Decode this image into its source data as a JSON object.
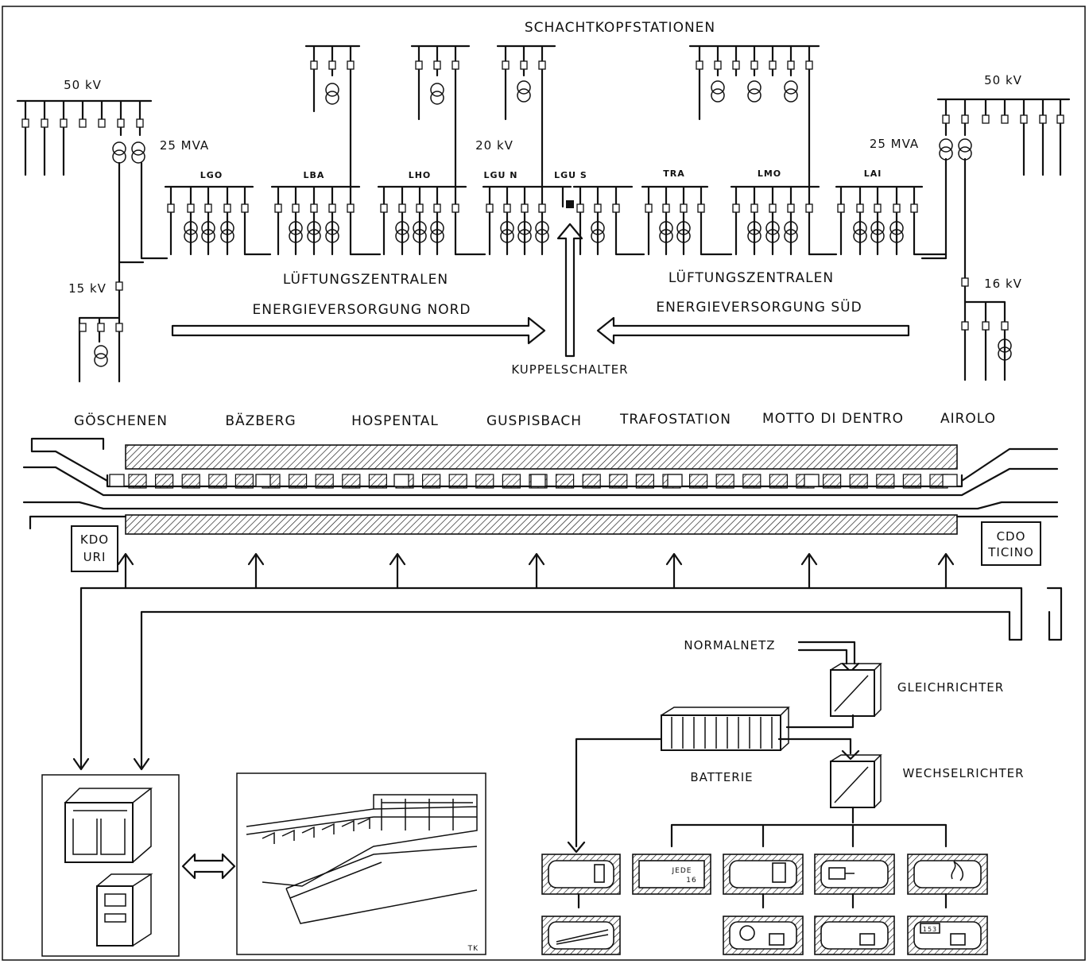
{
  "diagram": {
    "top_label": "SCHACHTKOPFSTATIONEN",
    "voltage_north_50": "50 kV",
    "voltage_south_50": "50 kV",
    "mva_north": "25 MVA",
    "mva_south": "25 MVA",
    "voltage_15": "15 kV",
    "voltage_16": "16 kV",
    "voltage_20": "20 kV",
    "stations": [
      "LGO",
      "LBA",
      "LHO",
      "LGU N",
      "LGU S",
      "TRA",
      "LMO",
      "LAI"
    ],
    "lueftung_north": "LÜFTUNGSZENTRALEN",
    "lueftung_south": "LÜFTUNGSZENTRALEN",
    "energy_north": "ENERGIEVERSORGUNG NORD",
    "energy_south": "ENERGIEVERSORGUNG SÜD",
    "coupler": "KUPPELSCHALTER",
    "tunnel_locations": [
      "GÖSCHENEN",
      "BÄZBERG",
      "HOSPENTAL",
      "GUSPISBACH",
      "TRAFOSTATION",
      "MOTTO DI DENTRO",
      "AIROLO"
    ],
    "kdo_uri": [
      "KDO",
      "URI"
    ],
    "cdo_ticino": [
      "CDO",
      "TICINO"
    ],
    "normalnetz": "NORMALNETZ",
    "gleichrichter": "GLEICHRICHTER",
    "batterie": "BATTERIE",
    "wechselrichter": "WECHSELRICHTER",
    "panel_text": [
      "JEDE",
      "16"
    ],
    "counter_text": "153",
    "signature": "TK"
  }
}
